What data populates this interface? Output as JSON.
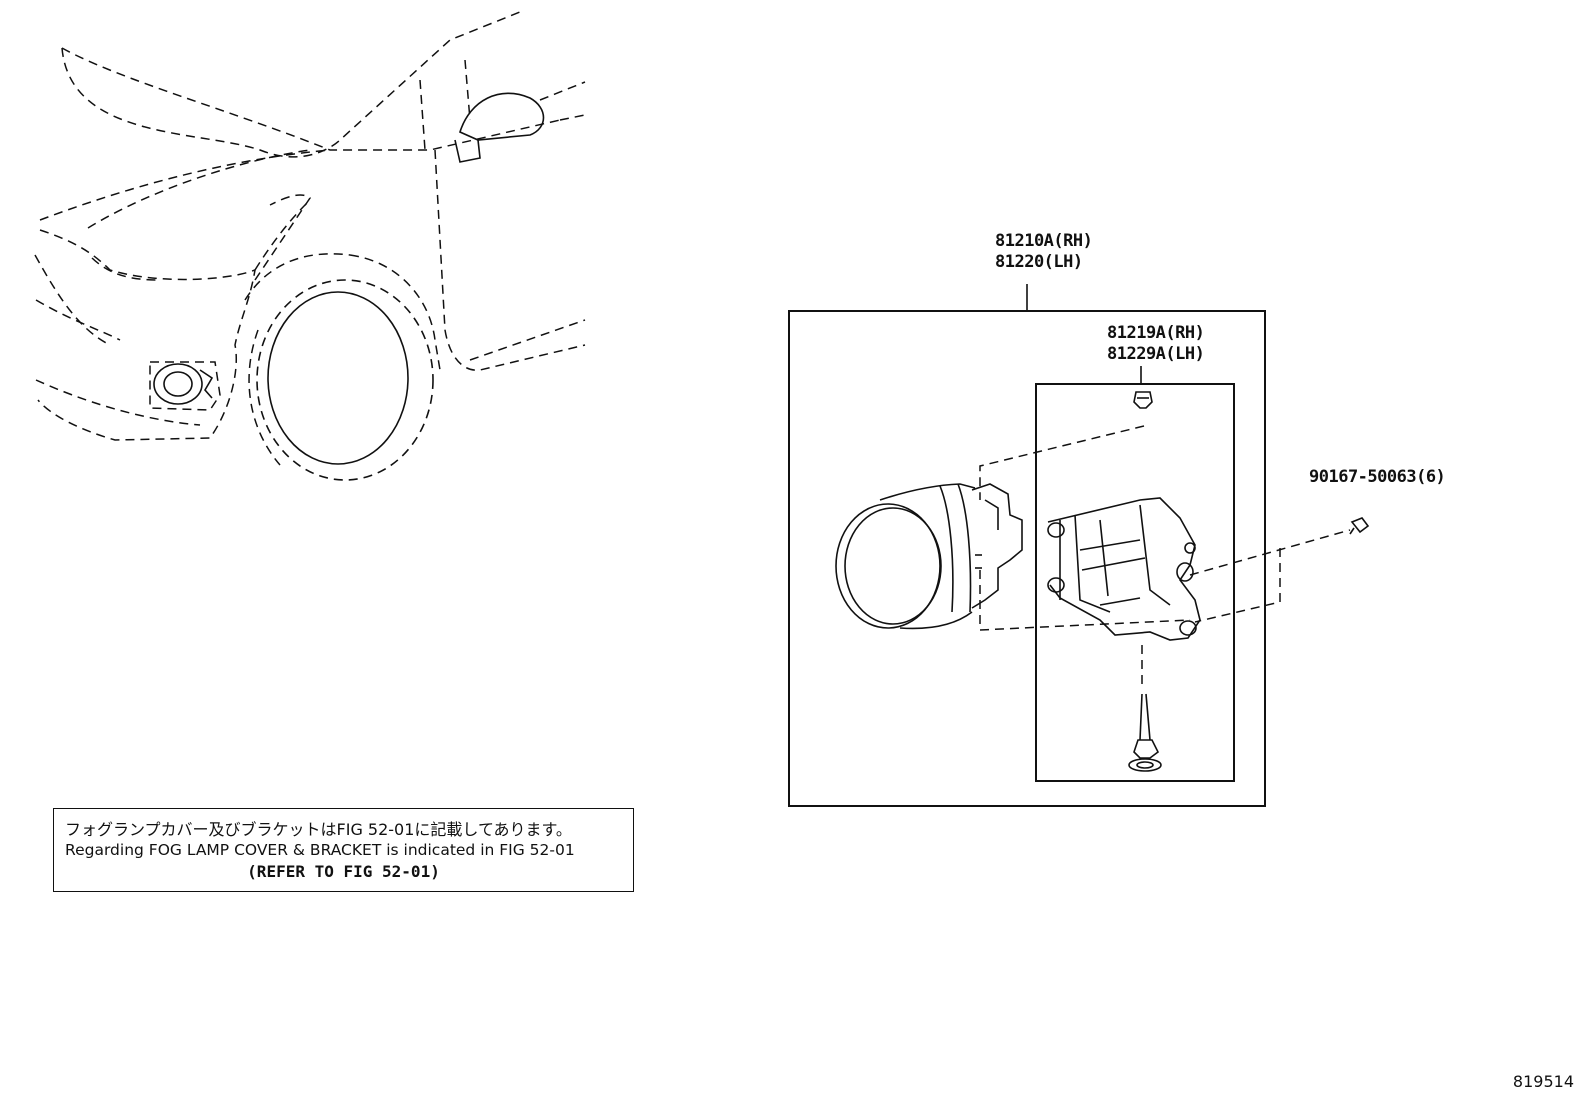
{
  "parts": {
    "assembly_rh": "81210A(RH)",
    "assembly_lh": "81220(LH)",
    "sub_rh": "81219A(RH)",
    "sub_lh": "81229A(LH)",
    "screw": "90167-50063(6)"
  },
  "note": {
    "japanese": "フォグランプカバー及びブラケットはFIG 52-01に記載してあります。",
    "english": "Regarding FOG LAMP COVER & BRACKET is indicated in FIG 52-01",
    "refer": "(REFER TO FIG 52-01)"
  },
  "figure_number": "819514"
}
